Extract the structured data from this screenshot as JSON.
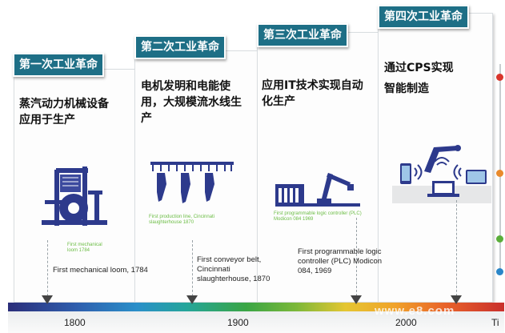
{
  "revolutions": [
    {
      "tab": "第一次工业革命",
      "text": "蒸汽动力机械设备应用于生产",
      "caption": "First mechanical loom, 1784",
      "green": "First mechanical loom 1784"
    },
    {
      "tab": "第二次工业革命",
      "text": "电机发明和电能使用，大规模流水线生产",
      "caption": "First conveyor belt, Cincinnati slaughterhouse, 1870",
      "green": "First production line, Cincinnati slaughterhouse 1870"
    },
    {
      "tab": "第三次工业革命",
      "text": "应用IT技术实现自动化生产",
      "caption": "First programmable logic controller (PLC) Modicon 084, 1969",
      "green": "First programmable logic controller (PLC) Modicon 084 1969"
    },
    {
      "tab": "第四次工业革命",
      "text": "通过CPS实现智能制造"
    }
  ],
  "timeline": {
    "years": [
      "1800",
      "1900",
      "2000"
    ],
    "right_label": "Ti"
  },
  "watermark": "www.e8.com",
  "colors": {
    "teal": "#1e6f86",
    "dot1": "#d9342b",
    "dot2": "#e98a2c",
    "dot3": "#5aae3a",
    "dot4": "#2a86c8"
  }
}
